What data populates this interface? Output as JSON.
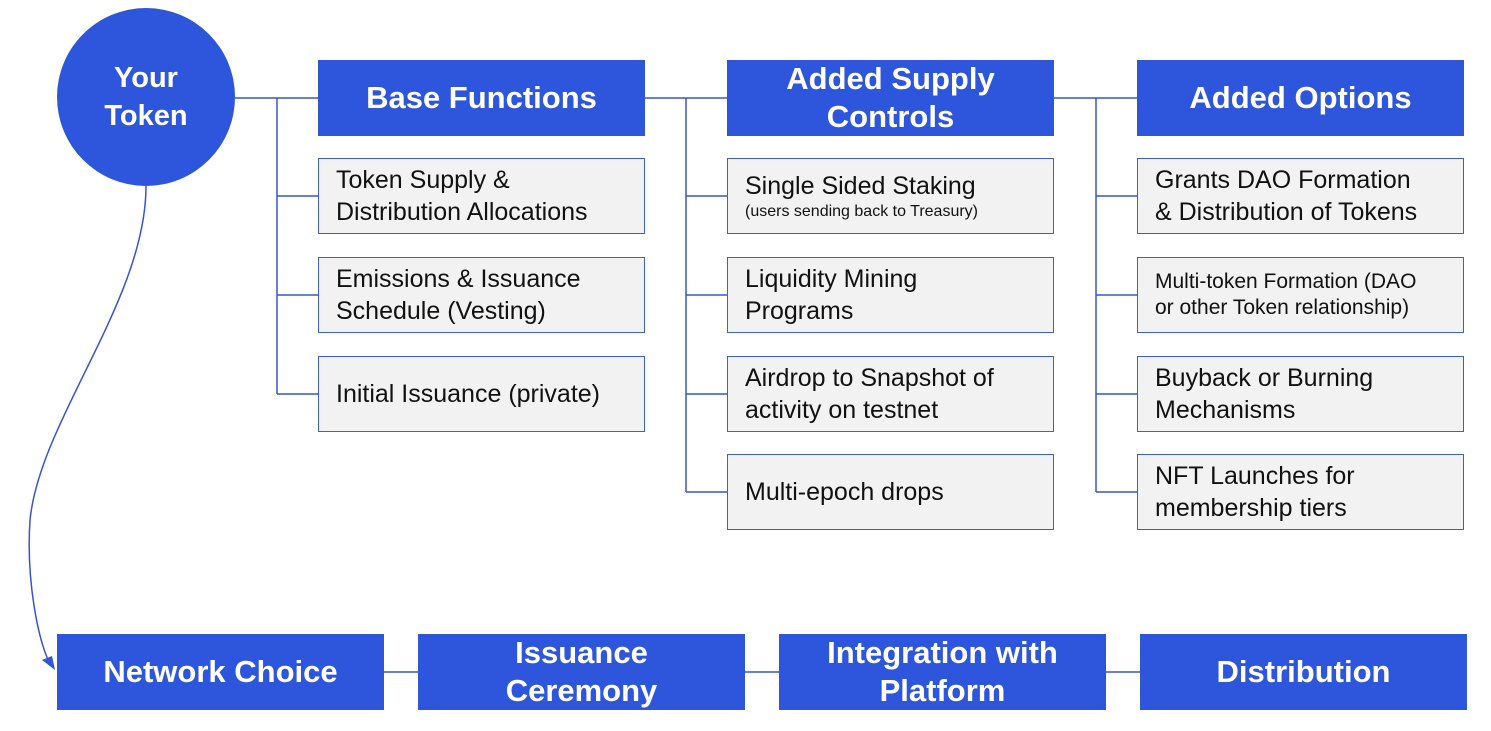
{
  "root": {
    "label": "Your\nToken"
  },
  "columns": [
    {
      "header": "Base Functions",
      "items": [
        {
          "text": "Token Supply &\nDistribution Allocations"
        },
        {
          "text": "Emissions & Issuance\nSchedule (Vesting)"
        },
        {
          "text": "Initial Issuance (private)"
        }
      ]
    },
    {
      "header": "Added Supply\nControls",
      "items": [
        {
          "text": "Single Sided Staking",
          "sub": "(users sending back to Treasury)"
        },
        {
          "text": "Liquidity Mining\nPrograms"
        },
        {
          "text": "Airdrop to Snapshot of\nactivity on testnet"
        },
        {
          "text": "Multi-epoch drops"
        }
      ]
    },
    {
      "header": "Added Options",
      "items": [
        {
          "text": "Grants DAO Formation\n& Distribution of Tokens"
        },
        {
          "text": "Multi-token Formation (DAO\nor other Token relationship)"
        },
        {
          "text": "Buyback or Burning\nMechanisms"
        },
        {
          "text": "NFT Launches for\nmembership tiers"
        }
      ]
    }
  ],
  "steps": [
    {
      "label": "Network Choice"
    },
    {
      "label": "Issuance\nCeremony"
    },
    {
      "label": "Integration with\nPlatform"
    },
    {
      "label": "Distribution"
    }
  ],
  "colors": {
    "accent": "#2d56dc",
    "item_bg": "#f2f2f2",
    "item_border": "#3a5fd6"
  }
}
